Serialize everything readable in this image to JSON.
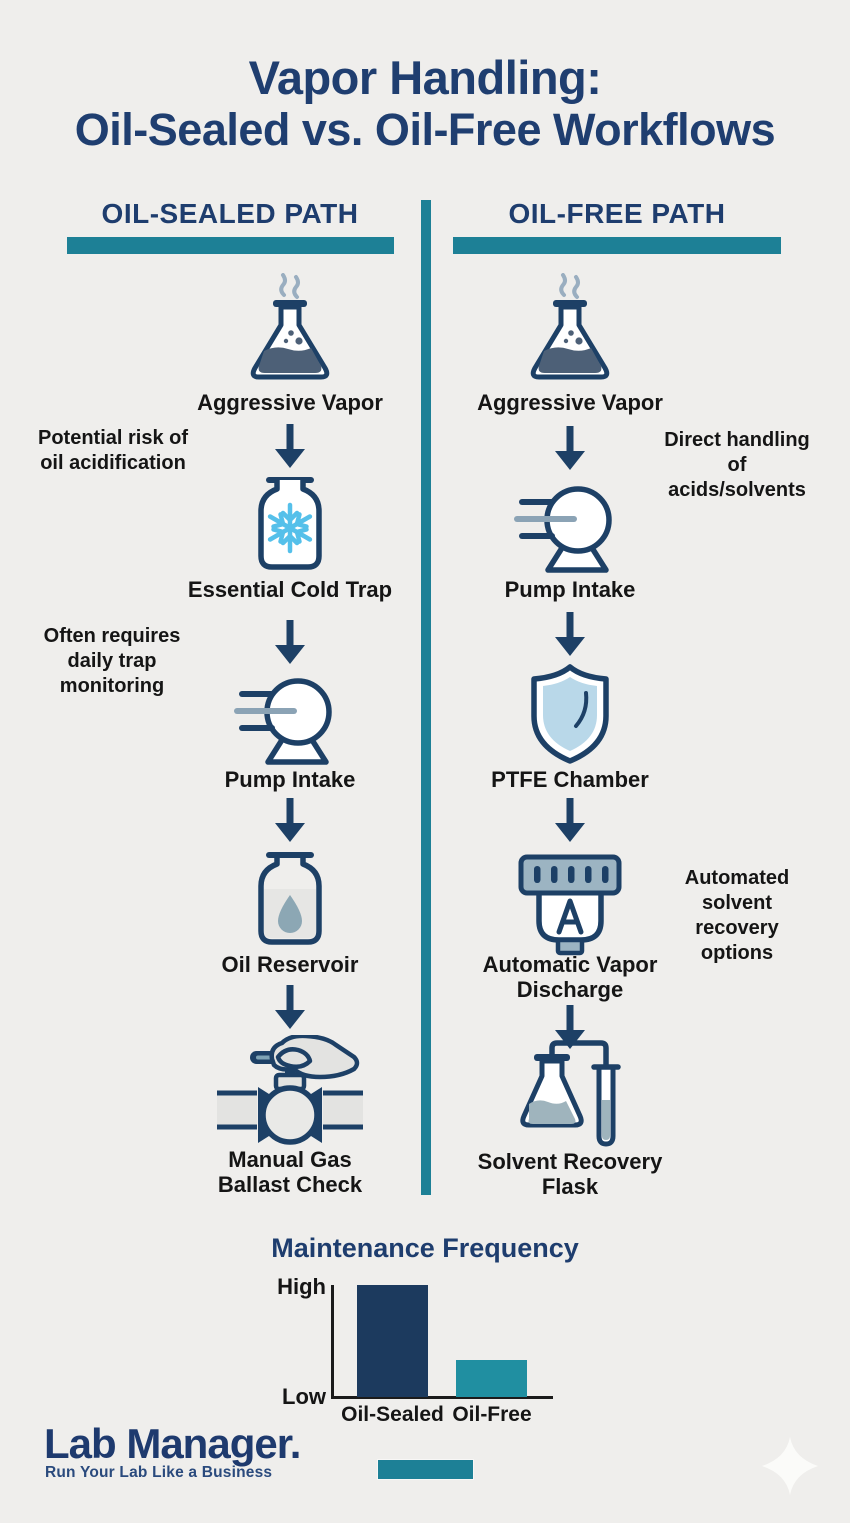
{
  "title": {
    "line1": "Vapor Handling:",
    "line2": "Oil-Sealed vs. Oil-Free Workflows"
  },
  "columns": {
    "oil_sealed": {
      "header": "OIL-SEALED PATH",
      "steps": [
        {
          "icon": "flask-vapor-icon",
          "label": "Aggressive Vapor"
        },
        {
          "icon": "cold-trap-icon",
          "label": "Essential Cold Trap"
        },
        {
          "icon": "pump-icon",
          "label": "Pump Intake"
        },
        {
          "icon": "oil-reservoir-icon",
          "label": "Oil Reservoir"
        },
        {
          "icon": "valve-hand-icon",
          "label": "Manual Gas\nBallast Check"
        }
      ],
      "notes": [
        "Potential risk of\noil acidification",
        "Often requires\ndaily trap\nmonitoring"
      ]
    },
    "oil_free": {
      "header": "OIL-FREE PATH",
      "steps": [
        {
          "icon": "flask-vapor-icon",
          "label": "Aggressive Vapor"
        },
        {
          "icon": "pump-icon",
          "label": "Pump Intake"
        },
        {
          "icon": "shield-icon",
          "label": "PTFE Chamber"
        },
        {
          "icon": "auto-discharge-icon",
          "label": "Automatic Vapor\nDischarge"
        },
        {
          "icon": "recovery-flask-icon",
          "label": "Solvent Recovery\nFlask"
        }
      ],
      "notes": [
        "Direct handling\nof acids/solvents",
        "Automated\nsolvent recovery\noptions"
      ]
    }
  },
  "chart_data": {
    "type": "bar",
    "title": "Maintenance Frequency",
    "categories": [
      "Oil-Sealed",
      "Oil-Free"
    ],
    "values": [
      100,
      33
    ],
    "yticks": [
      "High",
      "Low"
    ],
    "ylim": [
      0,
      100
    ],
    "colors": [
      "#1c3a5e",
      "#208fa1"
    ],
    "legend": false,
    "grid": false
  },
  "footer": {
    "logo": "Lab Manager.",
    "tagline": "Run Your Lab Like a Business"
  },
  "colors": {
    "background": "#efeeec",
    "title_navy": "#1f3e70",
    "icon_navy": "#1d4066",
    "teal_accent": "#1d8096",
    "body_text": "#151515",
    "snowflake_blue": "#55c0ea",
    "shield_fill": "#b9d8e9",
    "steel_blue": "#9cb4c2",
    "flask_liquid": "#4d6077",
    "solvent_liquid": "#9fb4bd"
  }
}
